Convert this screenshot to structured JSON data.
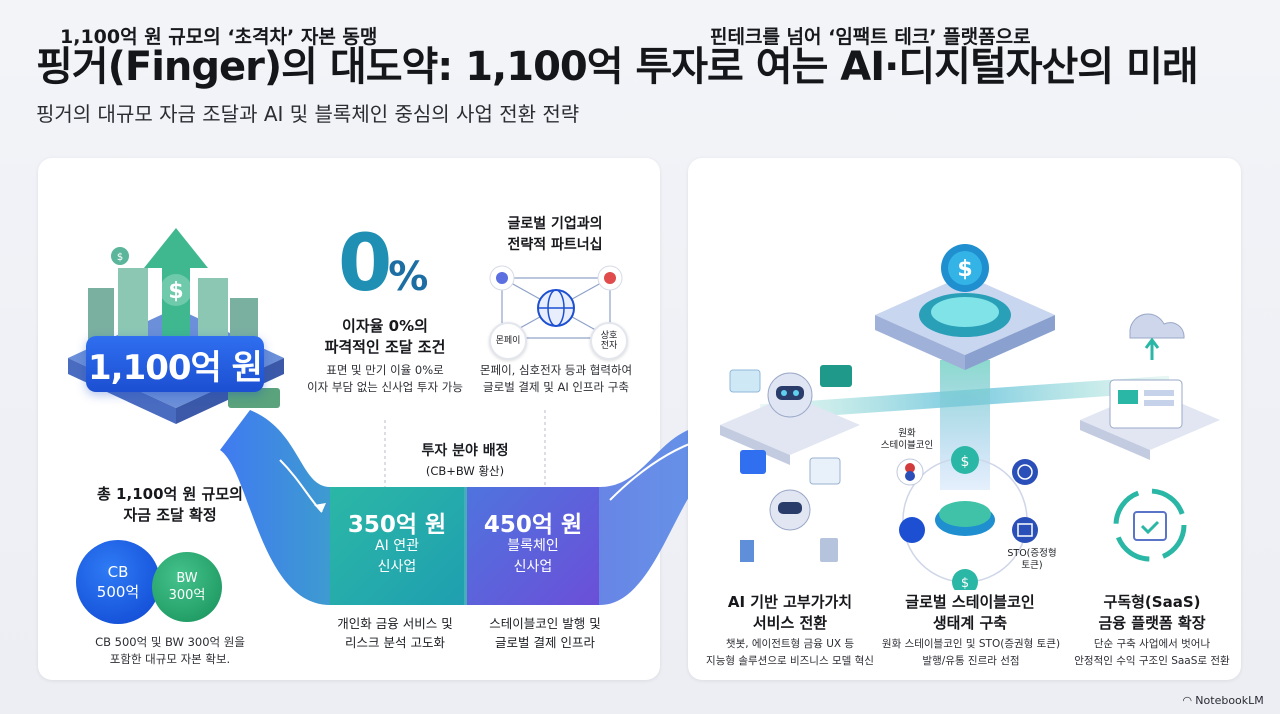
{
  "title": "핑거(Finger)의 대도약: 1,100억 투자로 여는 AI·디지털자산의 미래",
  "subtitle": "핑거의 대규모 자금 조달과 AI 및 블록체인 중심의 사업 전환 전략",
  "left_panel": {
    "heading": "1,100억 원 규모의 ‘초격차’ 자본 동맹",
    "amount_badge": "1,100억 원",
    "total_title_line1": "총 1,100억 원 규모의",
    "total_title_line2": "자금 조달 확정",
    "cb_label": "CB",
    "cb_amount": "500억",
    "bw_label": "BW",
    "bw_amount": "300억",
    "total_desc_line1": "CB 500억 및 BW 300억 원을",
    "total_desc_line2": "포함한 대규모 자본 확보.",
    "zero_big": "0",
    "zero_pct": "%",
    "rate_title_line1": "이자율 0%의",
    "rate_title_line2": "파격적인 조달 조건",
    "rate_desc_line1": "표면 및 만기 이율 0%로",
    "rate_desc_line2": "이자 부담 없는 신사업 투자 가능",
    "partner_title_line1": "글로벌 기업과의",
    "partner_title_line2": "전략적 파트너십",
    "partner_node_left": "몬페이",
    "partner_node_right": "상호\n전자",
    "partner_desc_line1": "몬페이, 심호전자 등과 협력하여",
    "partner_desc_line2": "글로벌 결제 및 AI 인프라 구축",
    "alloc_title": "투자 분야 배정",
    "alloc_sub": "(CB+BW 황산)",
    "ai_amount": "350억 원",
    "ai_label_line1": "AI 연관",
    "ai_label_line2": "신사업",
    "bc_amount": "450억 원",
    "bc_label_line1": "블록체인",
    "bc_label_line2": "신사업",
    "ai_desc_line1": "개인화 금융 서비스 및",
    "ai_desc_line2": "리스크 분석 고도화",
    "bc_desc_line1": "스테이블코인 발행 및",
    "bc_desc_line2": "글로벌 결제 인프라"
  },
  "right_panel": {
    "heading": "핀테크를 넘어 ‘임팩트 테크’ 플랫폼으로",
    "stable_tag_line1": "원화",
    "stable_tag_line2": "스테이블코인",
    "sto_tag": "STO(증정형\n토큰)",
    "f1_title_line1": "AI 기반 고부가가치",
    "f1_title_line2": "서비스 전환",
    "f1_desc_line1": "챗봇, 에이전트형 금융 UX 등",
    "f1_desc_line2": "지능형 솔루션으로 비즈니스 모델 혁신",
    "f2_title_line1": "글로벌 스테이블코인",
    "f2_title_line2": "생태계 구축",
    "f2_desc_line1": "원화 스테이블코인 및 STO(증권형 토큰)",
    "f2_desc_line2": "발행/유통 진르라 선점",
    "f3_title_line1": "구독형(SaaS)",
    "f3_title_line2": "금융 플랫폼 확장",
    "f3_desc_line1": "단순 구축 사업에서 벗어나",
    "f3_desc_line2": "안정적인 수익 구조인 SaaS로 전환"
  },
  "brand": "NotebookLM",
  "icons": [
    "money-building-icon",
    "globe-network-icon",
    "dollar-chip-icon",
    "robot-icon",
    "cloud-sync-icon",
    "korea-flag-icon",
    "bank-icon",
    "calendar-check-icon"
  ],
  "colors": {
    "blue": "#1c4fd1",
    "teal": "#2bb7a6",
    "purple": "#6b4fd8",
    "green": "#1f9a63"
  }
}
